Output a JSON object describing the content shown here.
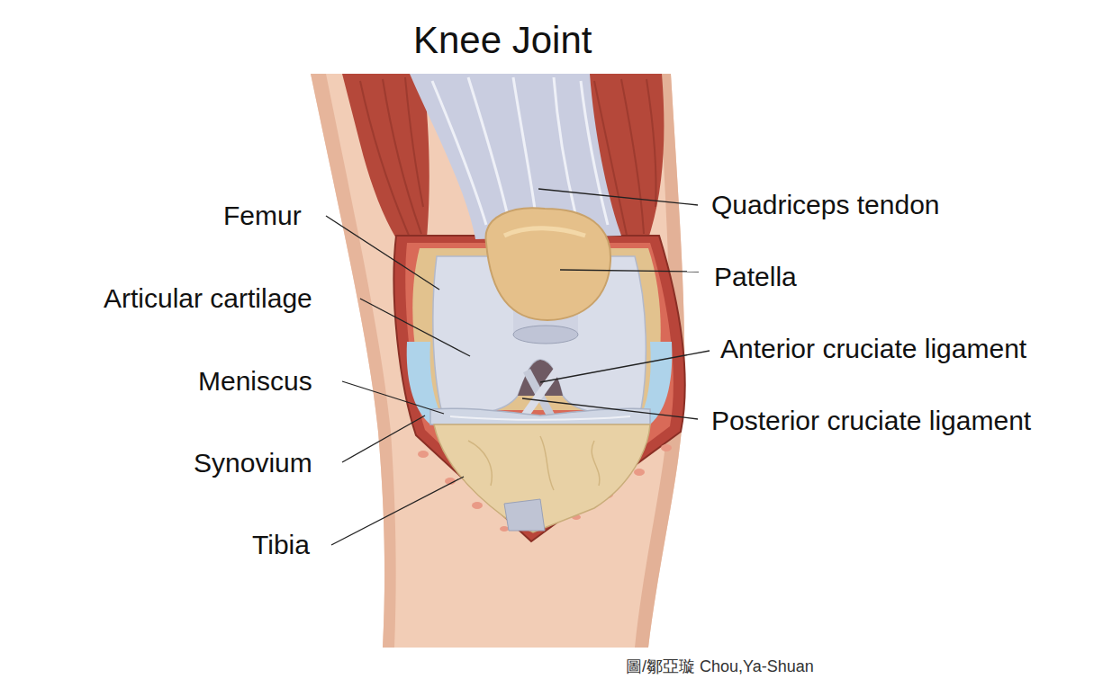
{
  "diagram": {
    "title": "Knee Joint",
    "labels": [
      "Femur",
      "Articular cartilage",
      "Meniscus",
      "Synovium",
      "Tibia",
      "Quadriceps tendon",
      "Patella",
      "Anterior cruciate ligament",
      "Posterior cruciate ligament",
      "圖/鄒亞璇 Chou,Ya-Shuan"
    ]
  }
}
